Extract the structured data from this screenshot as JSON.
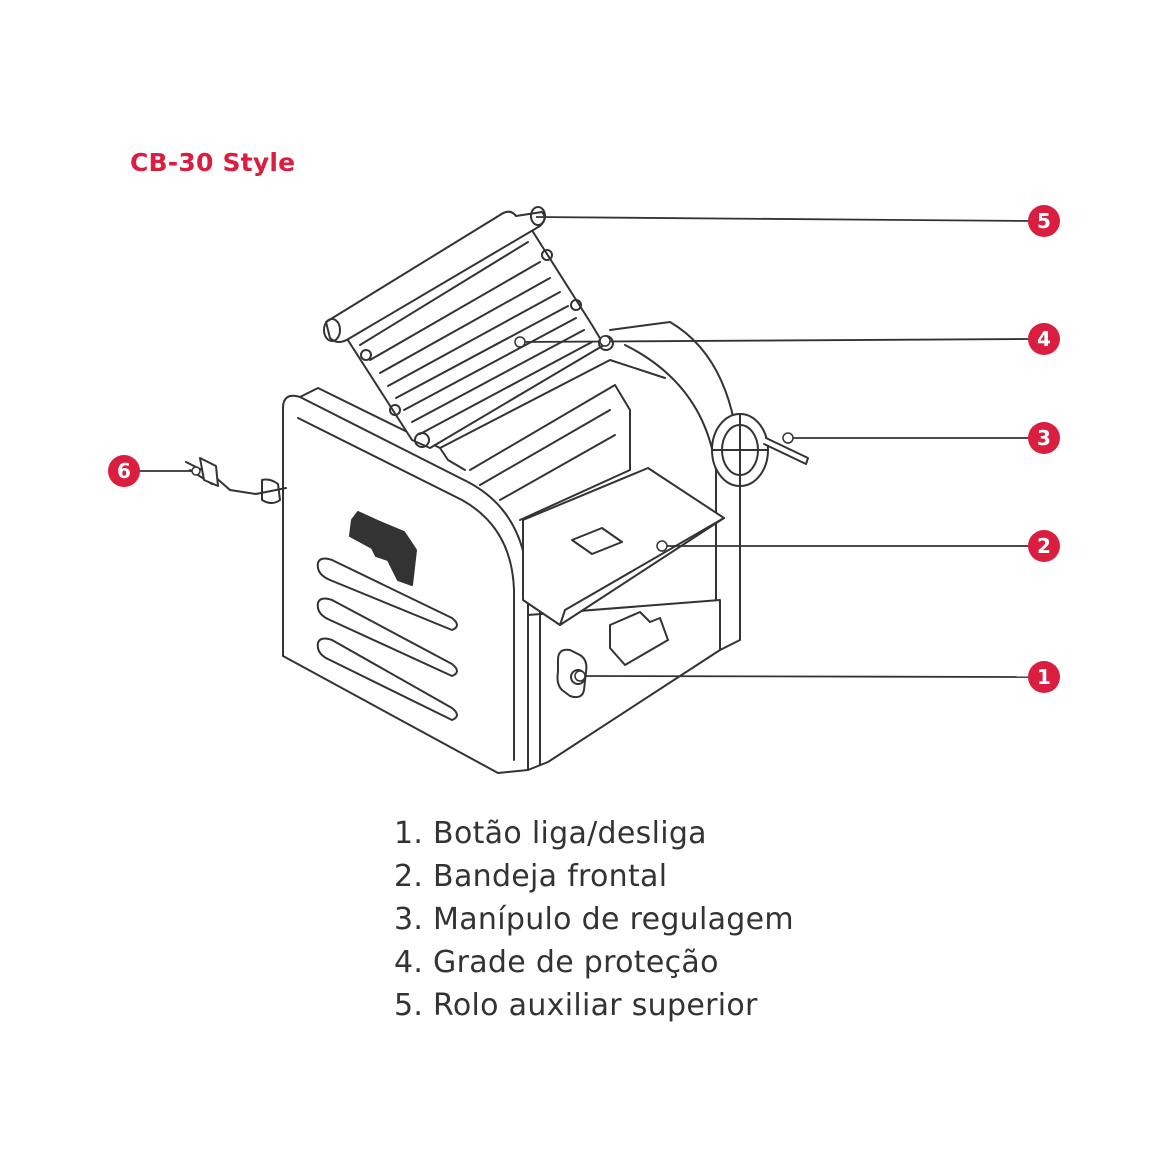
{
  "title": "CB-30 Style",
  "colors": {
    "accent": "#d91e3f",
    "line": "#333333",
    "legend_text": "#333333",
    "background": "#ffffff"
  },
  "callouts": [
    {
      "number": "5"
    },
    {
      "number": "4"
    },
    {
      "number": "3"
    },
    {
      "number": "6"
    },
    {
      "number": "2"
    },
    {
      "number": "1"
    }
  ],
  "legend": [
    "1. Botão liga/desliga",
    "2. Bandeja frontal",
    "3. Manípulo de regulagem",
    "4. Grade de proteção",
    "5. Rolo auxiliar superior"
  ]
}
